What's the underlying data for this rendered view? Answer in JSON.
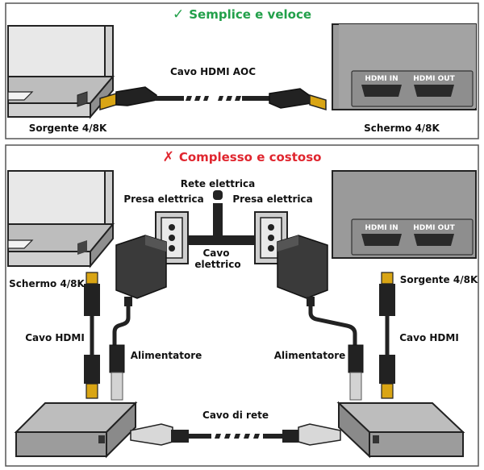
{
  "top": {
    "mark": "✓",
    "title": "Semplice e veloce",
    "title_color": "#22a04a",
    "cable_label": "Cavo HDMI AOC",
    "source_label": "Sorgente 4/8K",
    "screen_label": "Schermo 4/8K",
    "port_in": "HDMI IN",
    "port_out": "HDMI OUT"
  },
  "bottom": {
    "mark": "✗",
    "title": "Complesso e costoso",
    "title_color": "#e0262f",
    "mains_label": "Rete elettrica",
    "outlet_left_label": "Presa elettrica",
    "outlet_right_label": "Presa elettrica",
    "power_cable_label_1": "Cavo",
    "power_cable_label_2": "elettrico",
    "left_device_label": "Schermo 4/8K",
    "right_device_label": "Sorgente 4/8K",
    "hdmi_left_label": "Cavo HDMI",
    "hdmi_right_label": "Cavo HDMI",
    "psu_left_label": "Alimentatore",
    "psu_right_label": "Alimentatore",
    "network_cable_label": "Cavo di rete",
    "port_in": "HDMI IN",
    "port_out": "HDMI OUT"
  },
  "colors": {
    "connector_gold": "#d9a514",
    "device_gray": "#9a9a9a",
    "laptop_light": "#e6e6e6"
  }
}
